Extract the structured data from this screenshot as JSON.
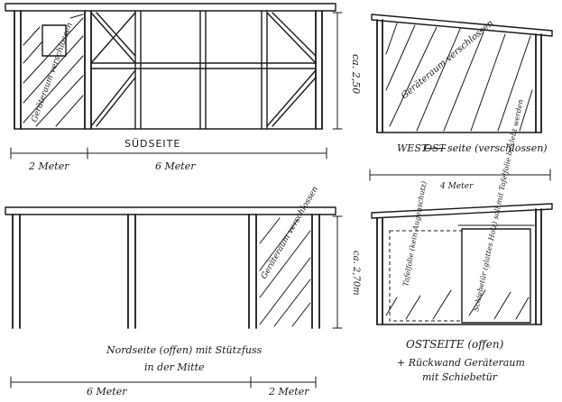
{
  "labels": {
    "sued_room": "Geräteraum verschlossen",
    "sued_height": "ca. 2,50",
    "sued_title": "SÜDSEITE",
    "sued_dim_left": "2 Meter",
    "sued_dim_right": "6 Meter",
    "west_room": "Geräteraum verschlossen",
    "west_title_a": "WEST",
    "west_title_strike": "OST",
    "west_title_b": "seite (verschlossen)",
    "west_dim": "4 Meter",
    "nord_room": "Geräteraum verschlossen",
    "nord_height": "ca. 2,70m",
    "nord_title_1": "Nordseite (offen) mit Stützfuss",
    "nord_title_2": "in der Mitte",
    "nord_dim_left": "6 Meter",
    "nord_dim_right": "2 Meter",
    "ost_note_left": "Tafelfolie (kein Augenschutz)",
    "ost_note_right": "Schiebetür (glattes Holz) soll mit Tafelfolie beklebt werden",
    "ost_title": "OSTSEITE (offen)",
    "ost_sub_1": "+ Rückwand Geräteraum",
    "ost_sub_2": "mit Schiebetür"
  }
}
